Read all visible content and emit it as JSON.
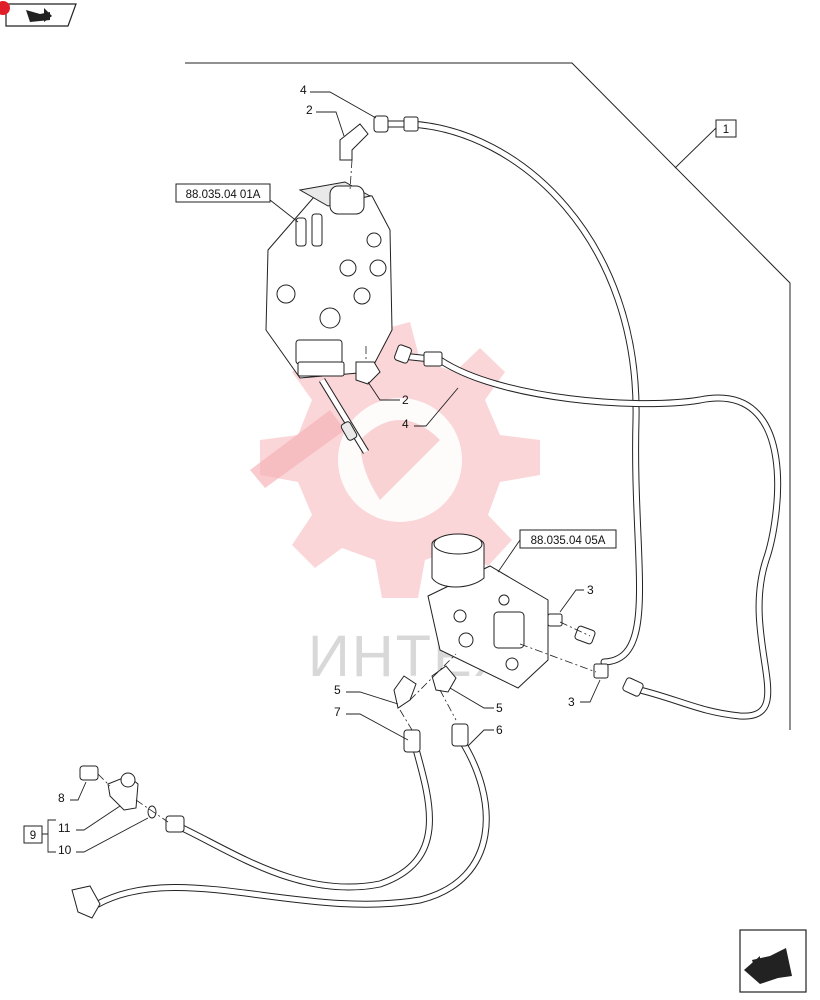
{
  "watermark": {
    "text": "ИНТЕХ",
    "color": "#e8404a"
  },
  "references": {
    "valve_ref": "88.035.04 01A",
    "block_ref": "88.035.04 05A",
    "group_box": "1",
    "kit_box": "9"
  },
  "callouts": {
    "c4_top": "4",
    "c2_top": "2",
    "c2_mid": "2",
    "c4_mid": "4",
    "c3_upper": "3",
    "c3_lower": "3",
    "c5_left": "5",
    "c5_right": "5",
    "c7": "7",
    "c6": "6",
    "c8": "8",
    "c11": "11",
    "c10": "10"
  },
  "icons": {
    "nav_top": "back-arrow-icon",
    "nav_bottom": "next-arrow-icon"
  }
}
